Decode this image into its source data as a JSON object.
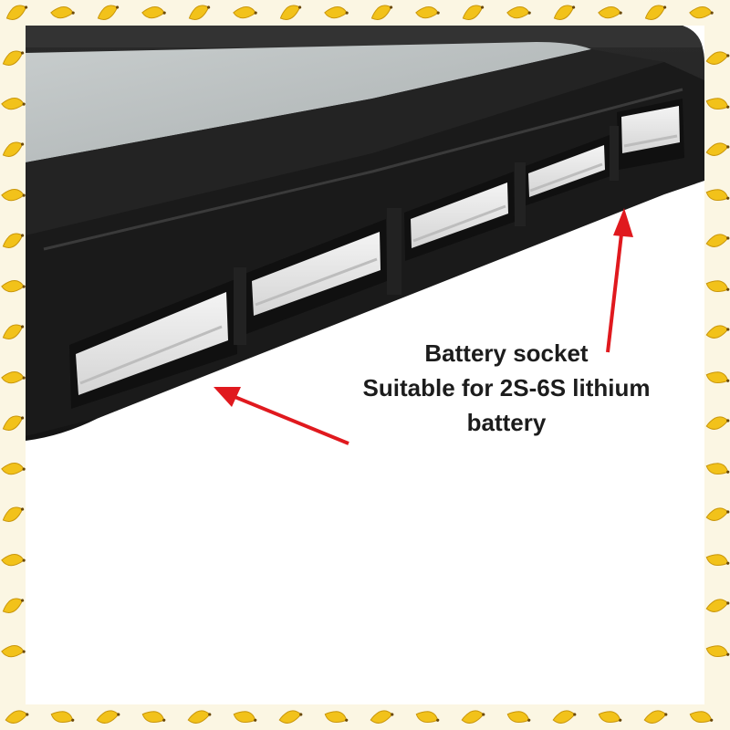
{
  "caption": {
    "line1": "Battery socket",
    "line2": "Suitable for 2S-6S lithium",
    "line3": "battery"
  },
  "colors": {
    "frame_background": "#fbf6e3",
    "frame_ornament": "#f2c21a",
    "device_body": "#1e1e1e",
    "screen": "#b9bfc0",
    "connector": "#e9e9e9",
    "arrow": "#e0191e",
    "caption_text": "#1c1c1c"
  },
  "icons": [
    "banana-frame-ornament",
    "red-arrow-left",
    "red-arrow-up"
  ]
}
